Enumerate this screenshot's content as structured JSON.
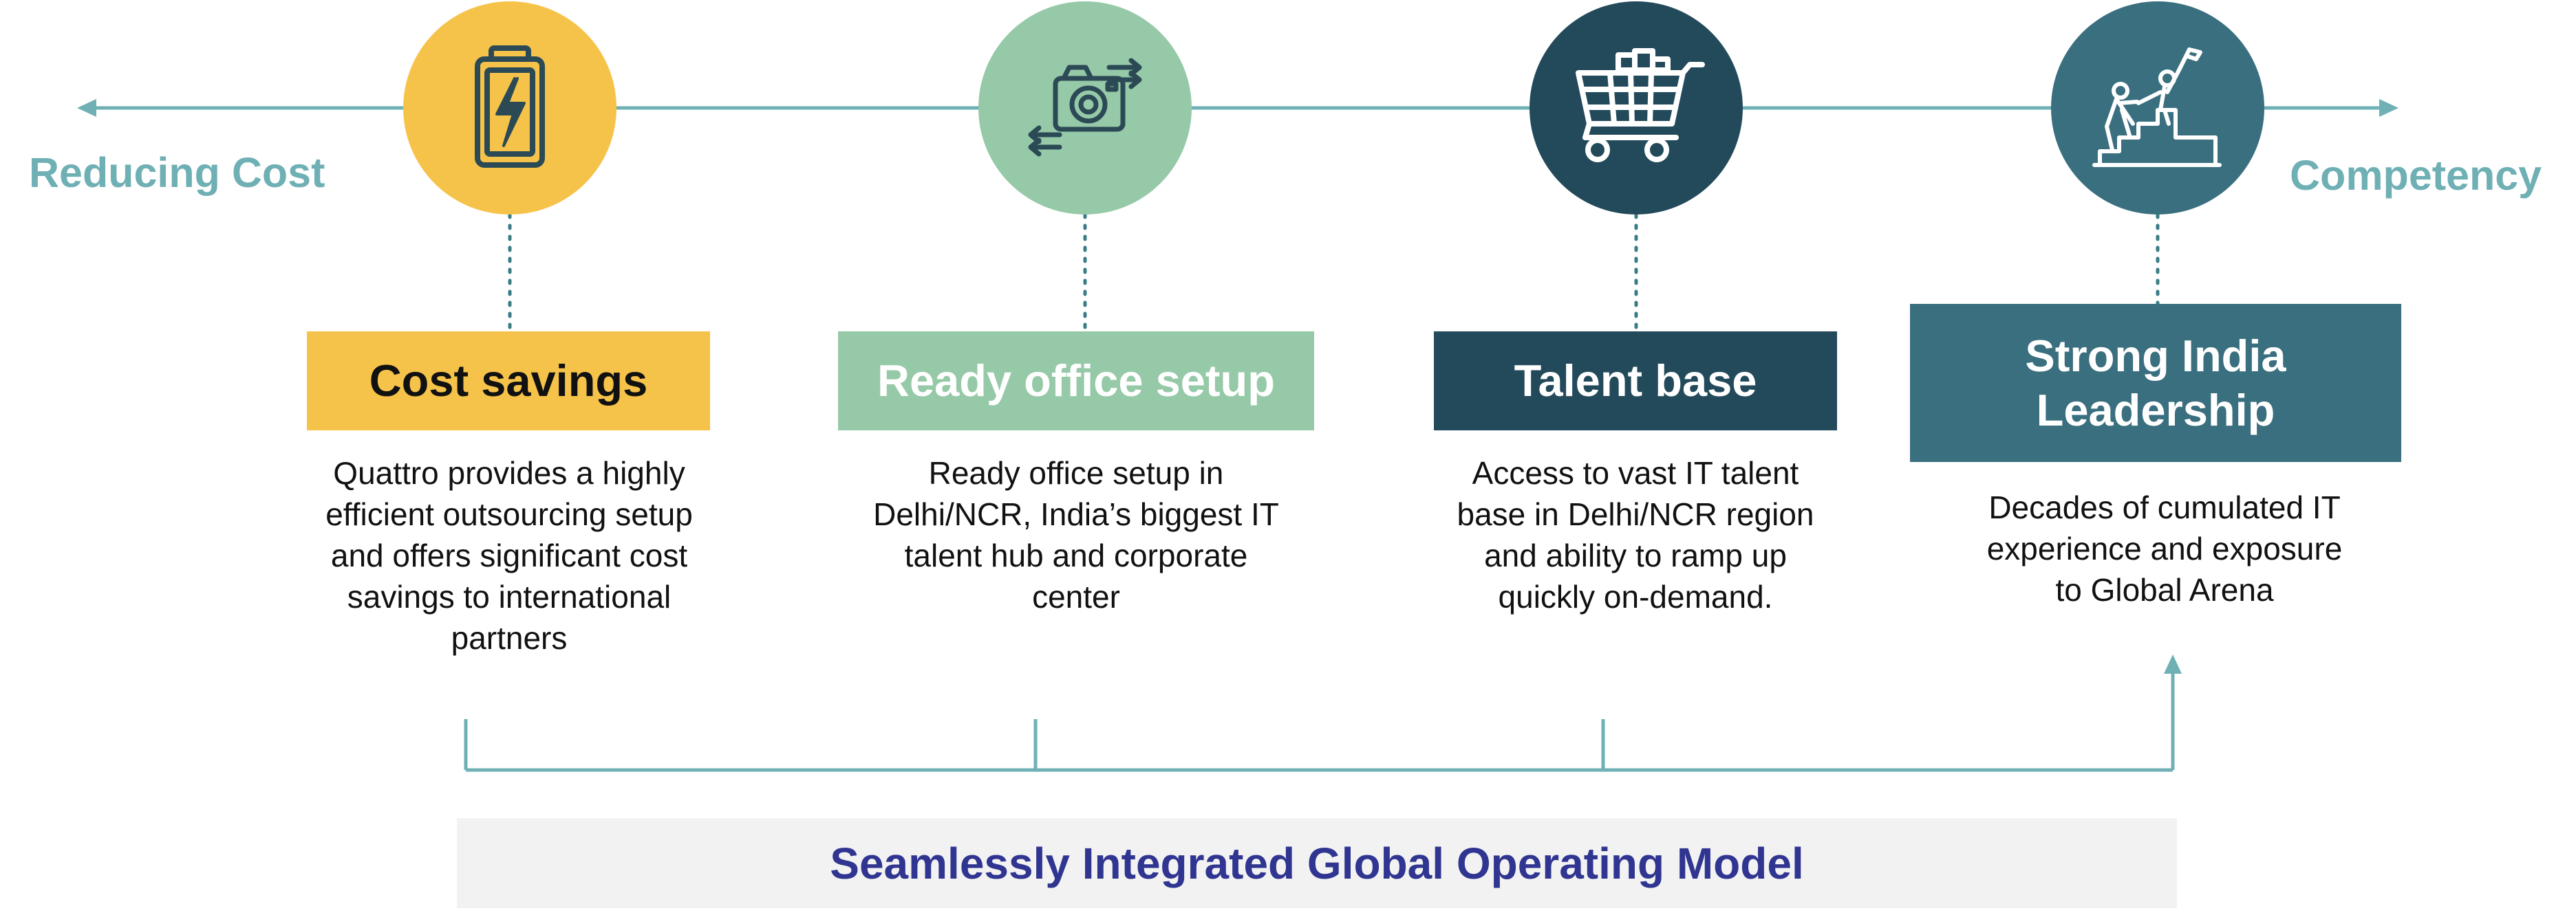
{
  "axis": {
    "left_label": "Reducing Cost",
    "right_label": "Competency"
  },
  "colors": {
    "axis_line": "#6fb0b5",
    "cost": "#f6c34a",
    "office": "#96c9a8",
    "talent": "#234a5a",
    "leadership": "#3a6f7f",
    "icon_on_light": "#2b4a55",
    "icon_on_dark": "#ffffff",
    "bottom_text": "#2f3590"
  },
  "steps": [
    {
      "title": "Cost savings",
      "icon": "battery-charging-icon",
      "description": "Quattro provides a highly efficient outsourcing setup and offers significant cost savings to international partners"
    },
    {
      "title": "Ready office setup",
      "icon": "camera-transfer-icon",
      "description": "Ready office setup in Delhi/NCR, India’s biggest IT talent hub and corporate center"
    },
    {
      "title": "Talent base",
      "icon": "shopping-cart-icon",
      "description": "Access to vast IT talent base in Delhi/NCR region and ability to ramp up quickly on-demand."
    },
    {
      "title": "Strong India Leadership",
      "icon": "people-climbing-icon",
      "description": "Decades of cumulated IT experience and exposure to Global Arena"
    }
  ],
  "bottom": {
    "label": "Seamlessly Integrated Global Operating Model"
  }
}
